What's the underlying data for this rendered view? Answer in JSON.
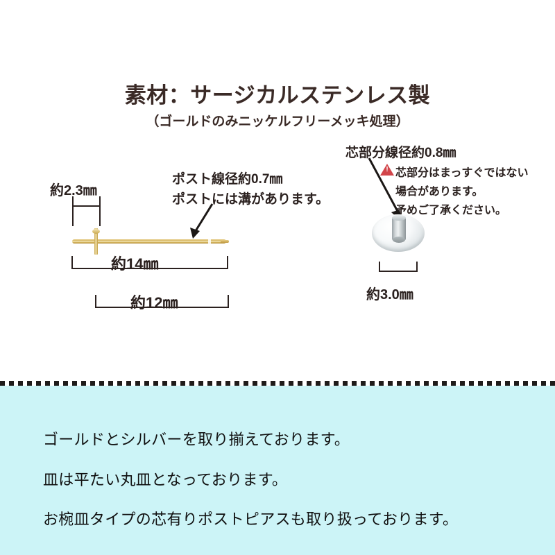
{
  "header": {
    "title": "素材：サージカルステンレス製",
    "subtitle": "（ゴールドのみニッケルフリーメッキ処理）"
  },
  "post_diagram": {
    "name": "post-earring-diagram",
    "plate_width_label": "約2.3㎜",
    "post_gauge_label": "ポスト線径約0.7㎜",
    "post_groove_label": "ポストには溝があります。",
    "total_length_label": "約14㎜",
    "post_length_label": "約12㎜"
  },
  "backing_diagram": {
    "name": "silicone-backing-diagram",
    "core_gauge_label": "芯部分線径約0.8㎜",
    "warning": {
      "icon": "warning-triangle-icon",
      "line1": "芯部分はまっすぐではない",
      "line2": "場合があります。",
      "line3": "予めご了承ください。"
    },
    "diameter_label": "約3.0㎜"
  },
  "notes": {
    "line1": "ゴールドとシルバーを取り揃えております。",
    "line2": "皿は平たい丸皿となっております。",
    "line3": "お椀皿タイプの芯有りポストピアスも取り扱っております。"
  },
  "colors": {
    "page_background": "#FFFFFF",
    "notes_background": "#CCF4F7",
    "title_text": "#3A2A26",
    "body_text": "#111111",
    "gold": "#D4B35C",
    "silicone": "#E3E8EA",
    "warning_red": "#D2454A",
    "divider": "#201C1B"
  }
}
